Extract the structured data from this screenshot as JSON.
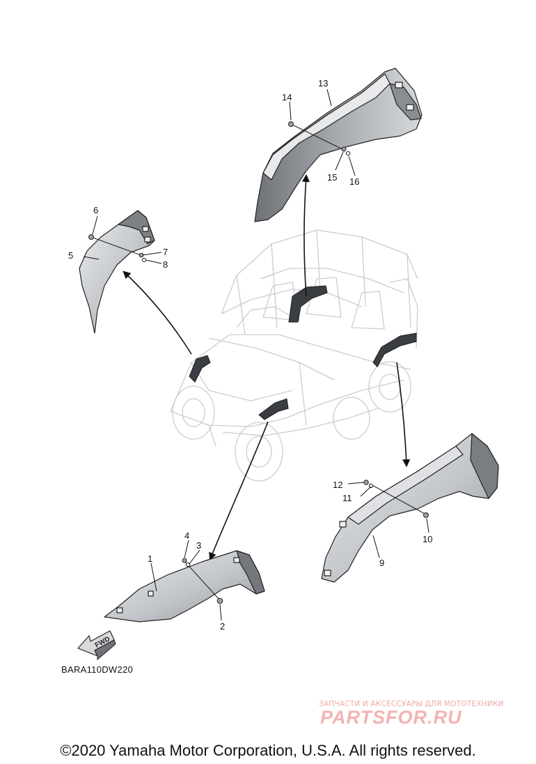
{
  "diagram": {
    "drawing_code": "BARA110DW220",
    "fwd_label": "FWD",
    "copyright": "©2020 Yamaha Motor Corporation, U.S.A. All rights reserved.",
    "callouts": [
      "1",
      "2",
      "3",
      "4",
      "5",
      "6",
      "7",
      "8",
      "9",
      "10",
      "11",
      "12",
      "13",
      "14",
      "15",
      "16"
    ]
  },
  "watermark": {
    "tagline": "ЗАПЧАСТИ И АКСЕССУАРЫ ДЛЯ МОТОТЕХНИКИ",
    "logo": "PARTSFOR.RU"
  },
  "colors": {
    "line": "#222222",
    "part_fill": "#b9bcc0",
    "vehicle_line": "#c9cccf",
    "watermark": "#f0a8a8"
  }
}
